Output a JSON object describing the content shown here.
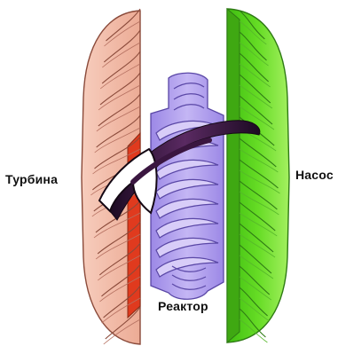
{
  "labels": {
    "turbine": "Турбина",
    "pump": "Насос",
    "reactor": "Реактор"
  },
  "colors": {
    "turbine_blades": "#f2bca8",
    "turbine_outline": "#8a4a3a",
    "turbine_shell": "#e03a1e",
    "pump_blades": "#6fe02a",
    "pump_outline": "#2e7a14",
    "reactor_body": "#b7a6ee",
    "reactor_outline": "#5a47a6",
    "flow_arrow": "#2a1030"
  }
}
